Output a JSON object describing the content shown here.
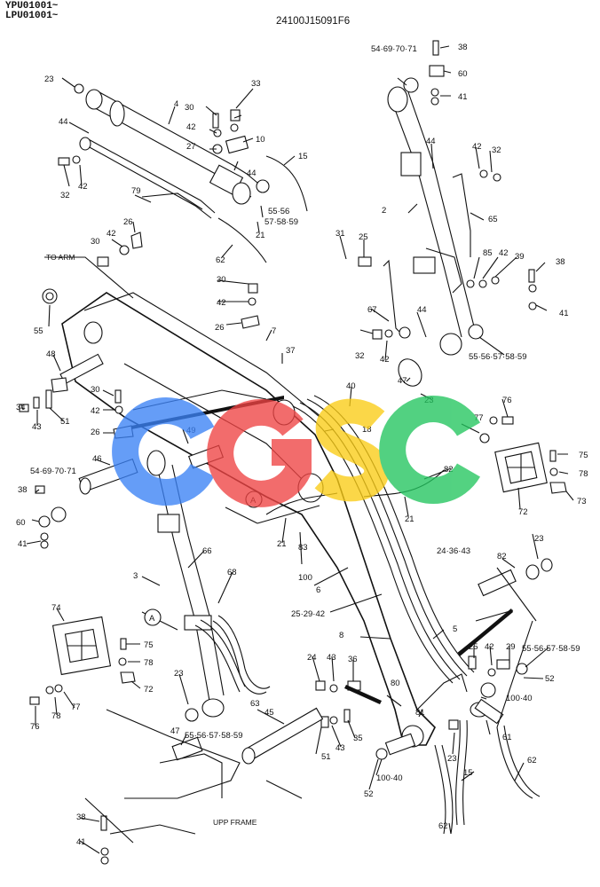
{
  "header": {
    "codes": [
      "YPU01001~",
      "LPU01001~"
    ],
    "drawing_no": "24100J15091F6"
  },
  "watermark": {
    "text": "CGSC",
    "colors": [
      "#3b82f6",
      "#ef4444",
      "#facc15",
      "#22c55e"
    ]
  },
  "notes": {
    "to_arm": "TO ARM",
    "upp_frame": "UPP FRAME",
    "view_a": "A"
  },
  "callouts": [
    "23",
    "44",
    "32",
    "42",
    "79",
    "4",
    "30",
    "33",
    "42",
    "27",
    "10",
    "44",
    "15",
    "55·56",
    "57·58·59",
    "21",
    "62",
    "26",
    "42",
    "30",
    "30",
    "42",
    "55",
    "26",
    "7",
    "37",
    "48",
    "34",
    "43",
    "51",
    "30",
    "42",
    "26",
    "49",
    "46",
    "54·69·70·71",
    "38",
    "60",
    "41",
    "3",
    "66",
    "68",
    "74",
    "75",
    "78",
    "72",
    "76",
    "78",
    "77",
    "23",
    "63",
    "47",
    "55·56·57·58·59",
    "45",
    "38",
    "41",
    "54·69·70·71",
    "38",
    "60",
    "41",
    "2",
    "44",
    "42",
    "32",
    "65",
    "31",
    "25",
    "85",
    "42",
    "39",
    "38",
    "67",
    "44",
    "32",
    "42",
    "41",
    "55·56·57·58·59",
    "40",
    "47",
    "23",
    "18",
    "77",
    "76",
    "75",
    "78",
    "73",
    "72",
    "82",
    "21",
    "21",
    "83",
    "100",
    "6",
    "24·36·43",
    "25·29·42",
    "8",
    "5",
    "82",
    "23",
    "25",
    "42",
    "29",
    "55·56·57·58·59",
    "52",
    "24",
    "43",
    "36",
    "80",
    "81",
    "100·40",
    "61",
    "35",
    "43",
    "51",
    "52",
    "100·40",
    "23",
    "15",
    "62",
    "62"
  ]
}
